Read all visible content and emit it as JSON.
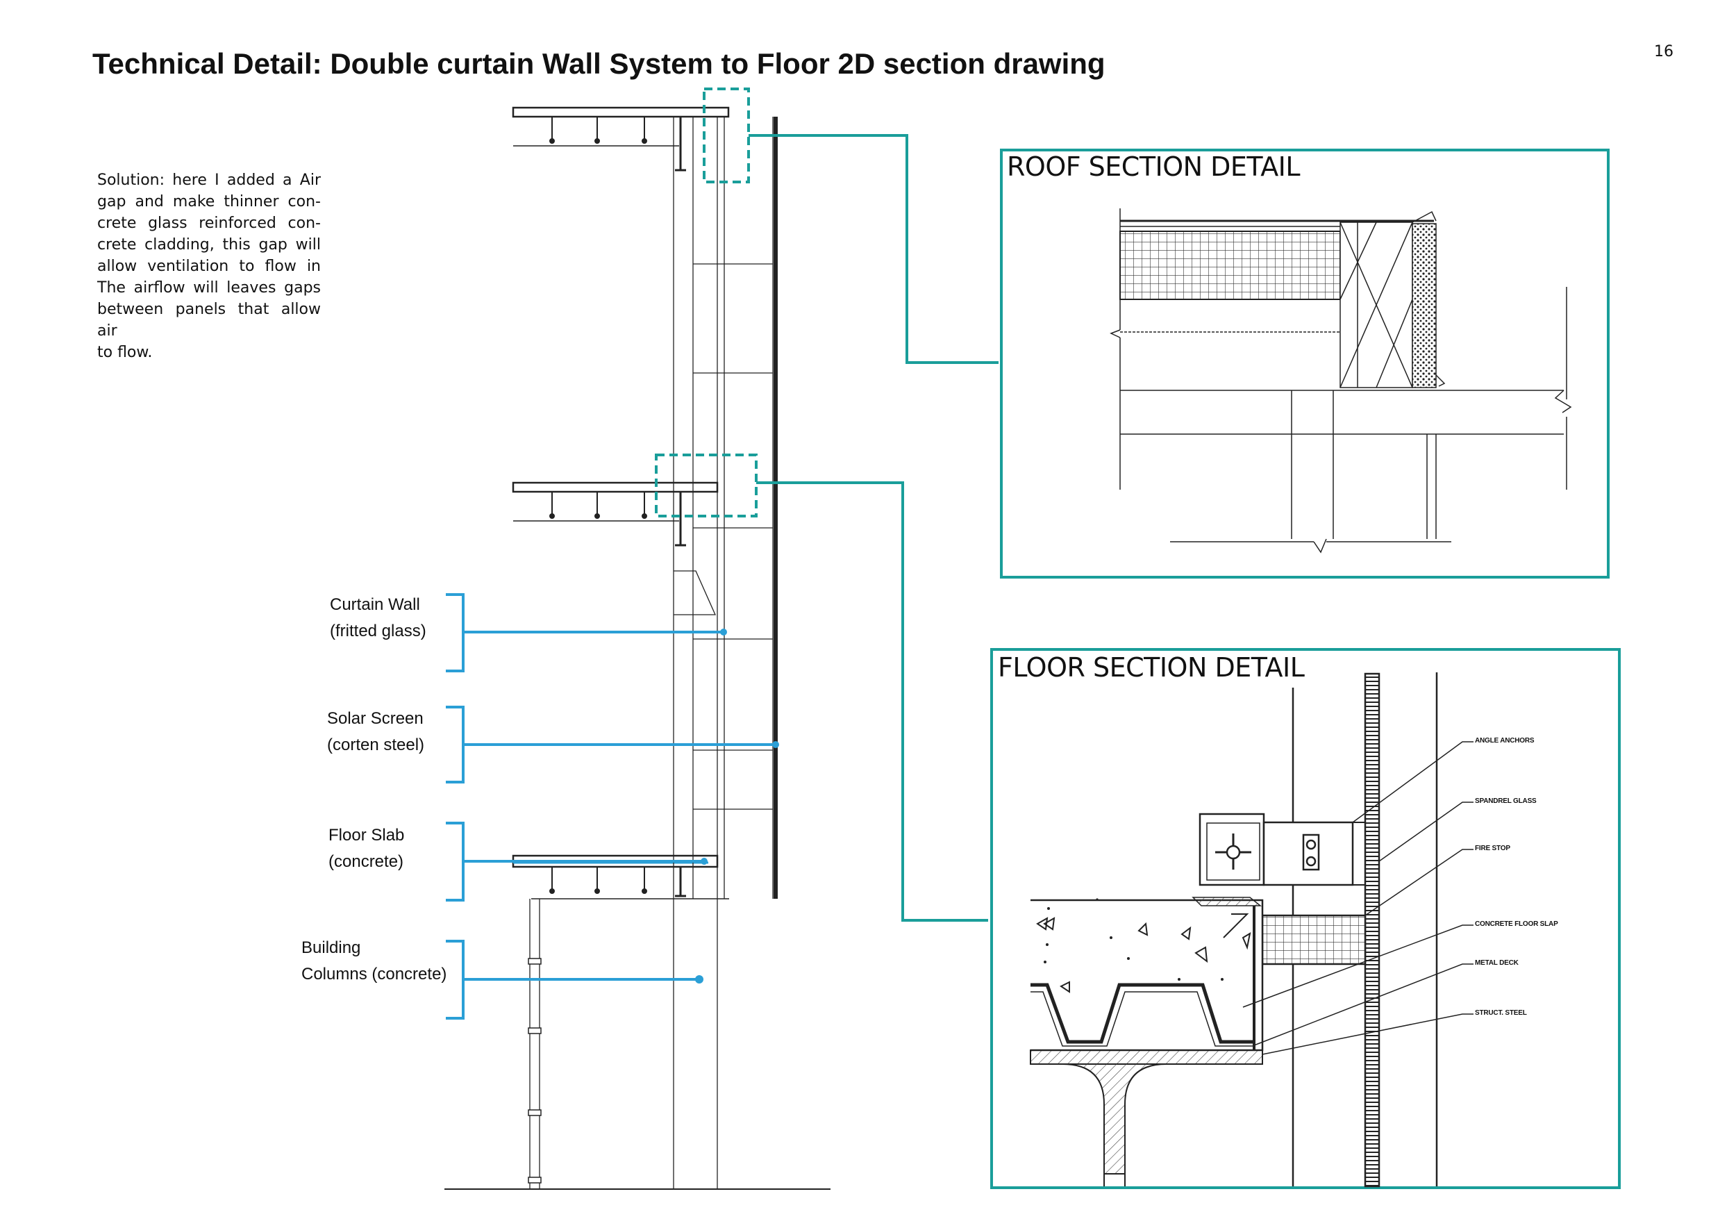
{
  "page": {
    "title": "Technical Detail: Double curtain Wall System to Floor 2D section drawing",
    "page_number": "16"
  },
  "description": {
    "lines": [
      "Solution: here I added a Air",
      "gap and make thinner con-",
      "crete glass reinforced con-",
      "crete cladding, this gap will",
      "allow ventilation to flow in",
      "The airflow will leaves gaps",
      "between panels that allow air",
      "to flow."
    ]
  },
  "legend": [
    {
      "line1": "Curtain Wall",
      "line2": "(fritted glass)"
    },
    {
      "line1": "Solar Screen",
      "line2": "(corten steel)"
    },
    {
      "line1": "Floor Slab",
      "line2": "(concrete)"
    },
    {
      "line1": "Building",
      "line2": "Columns (concrete)"
    }
  ],
  "panels": {
    "roof": {
      "title": "ROOF SECTION DETAIL"
    },
    "floor": {
      "title": "FLOOR SECTION DETAIL",
      "callouts": [
        "ANGLE ANCHORS",
        "SPANDREL GLASS",
        "FIRE STOP",
        "CONCRETE FLOOR SLAP",
        "METAL DECK",
        "STRUCT. STEEL"
      ]
    }
  },
  "colors": {
    "teal": "#1a9e9a",
    "blue": "#2b9fd6",
    "line": "#222222"
  }
}
